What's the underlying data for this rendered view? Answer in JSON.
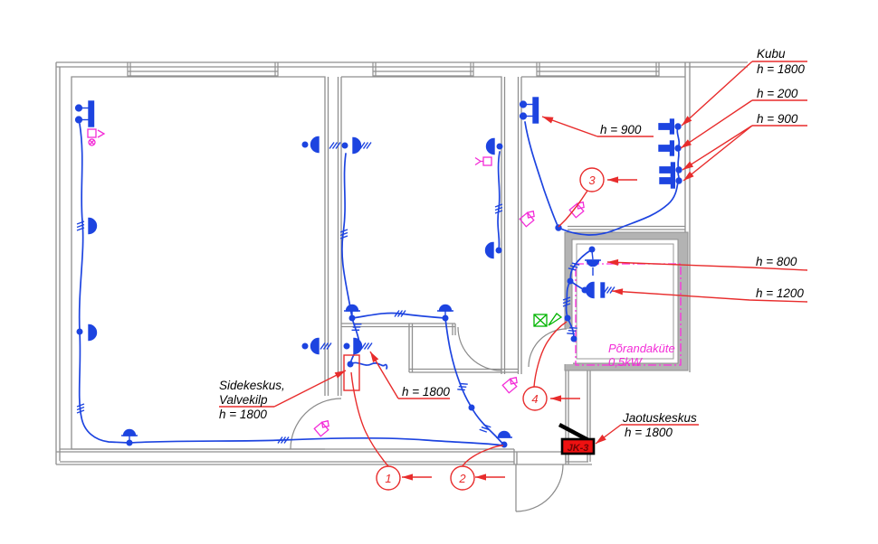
{
  "colors": {
    "wire_blue": "#1d44e0",
    "leader_red": "#e82c2c",
    "wall_gray": "#8f8f8f",
    "tv_magenta": "#f32bd7",
    "heating_magenta": "#ff2ee0",
    "device_green": "#00b400",
    "jk_box_fill": "#ee1111"
  },
  "labels": {
    "kubu": "Kubu",
    "kubu_h": "h = 1800",
    "h200": "h = 200",
    "h900_right": "h = 900",
    "h900_left": "h = 900",
    "h800": "h = 800",
    "h1200": "h = 1200",
    "h1800_mid": "h = 1800",
    "sidekeskus_line1": "Sidekeskus,",
    "sidekeskus_line2": "Valvekilp",
    "sidekeskus_line3": "h = 1800",
    "jaotuskeskus_line1": "Jaotuskeskus",
    "jaotuskeskus_line2": "h = 1800",
    "floor_heating_line1": "Põrandaküte",
    "floor_heating_line2": "0,5kW",
    "distribution_box": "JK-3"
  },
  "circuit_markers": {
    "c1": "1",
    "c2": "2",
    "c3": "3",
    "c4": "4"
  }
}
